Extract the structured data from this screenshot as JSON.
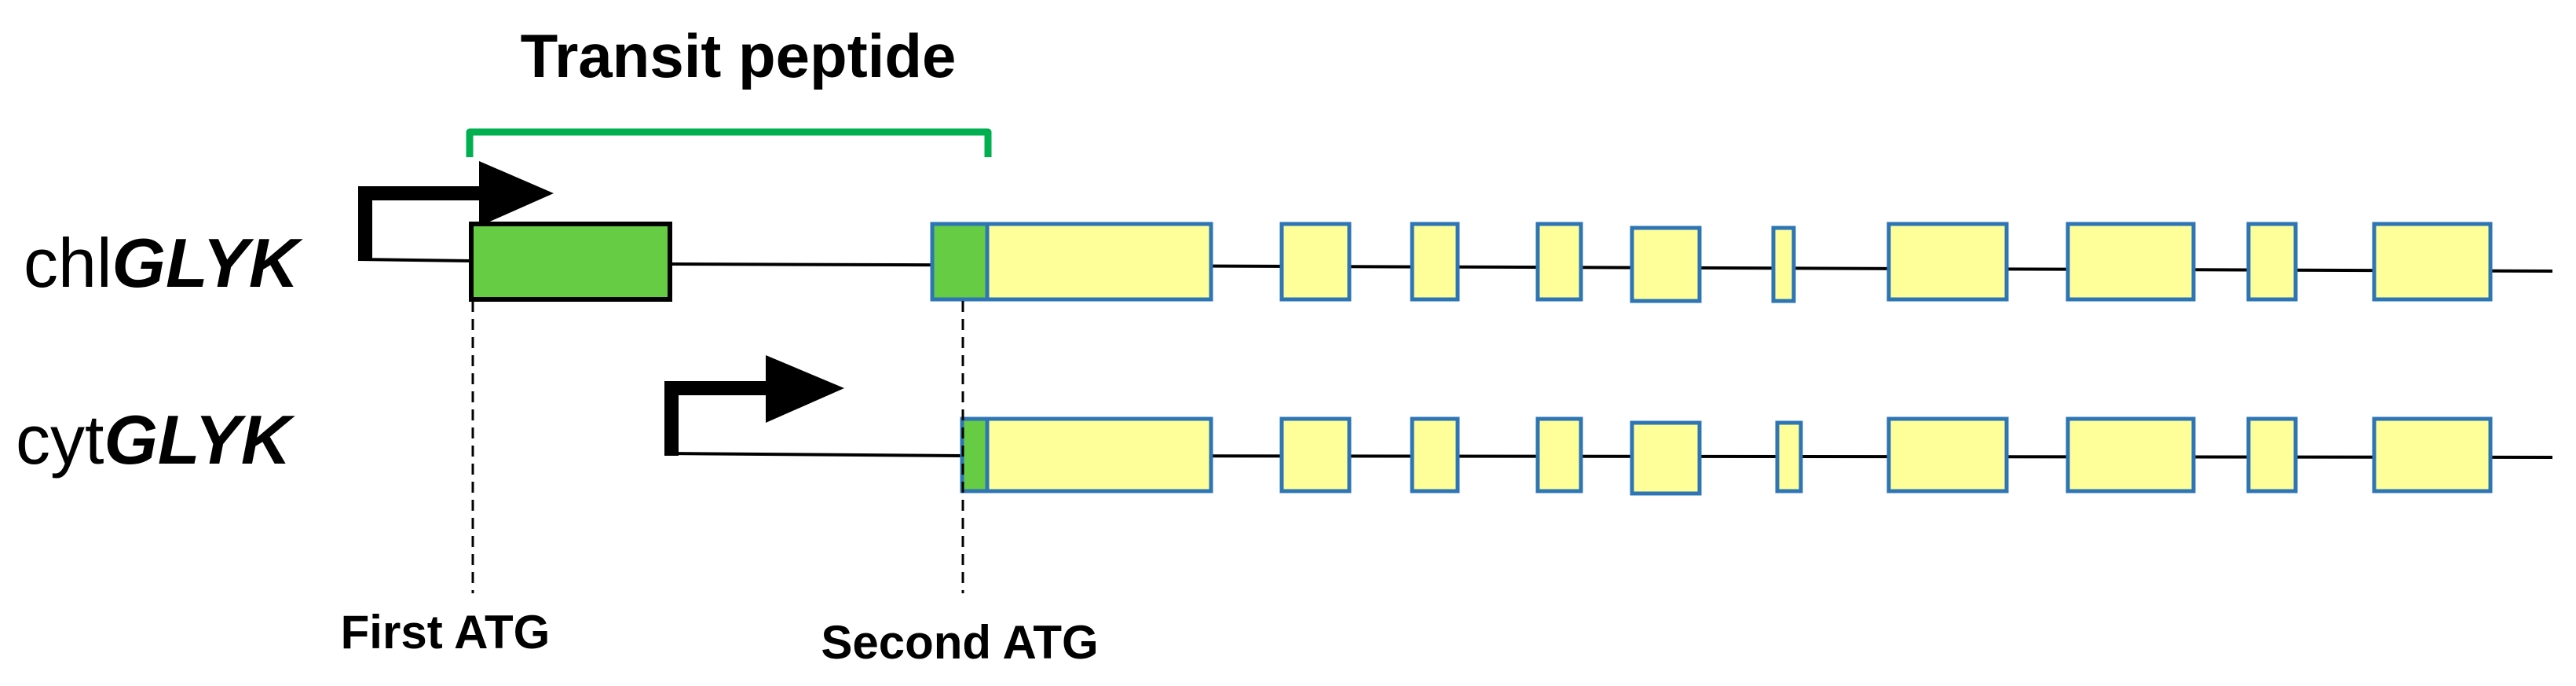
{
  "transit_peptide": {
    "label": "Transit peptide",
    "color": "#00b050"
  },
  "genes": [
    {
      "id": "chl",
      "prefix": "chl",
      "name": "GLYK"
    },
    {
      "id": "cyt",
      "prefix": "cyt",
      "name": "GLYK"
    }
  ],
  "markers": {
    "first_atg": "First ATG",
    "second_atg": "Second ATG"
  },
  "colors": {
    "exon_fill": "#ffff99",
    "exon_stroke": "#2e75b6",
    "transit_fill": "#66cc44",
    "intron_line": "#000000",
    "arrow": "#000000"
  }
}
